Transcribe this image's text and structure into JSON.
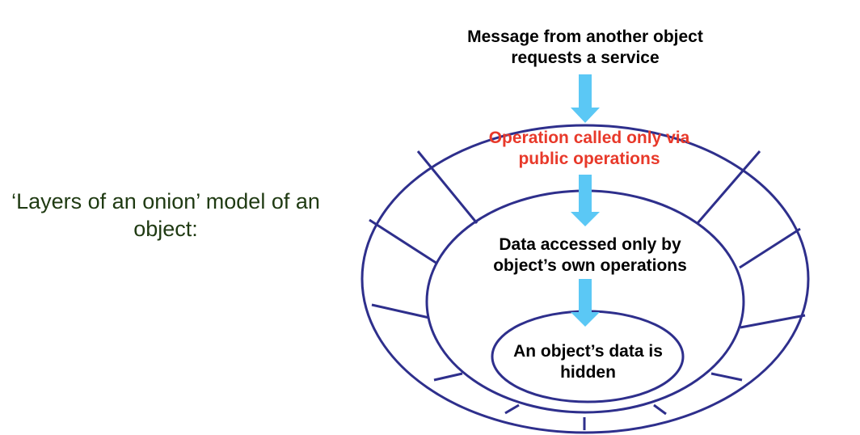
{
  "caption": "‘Layers of an onion’ model of an object:",
  "labels": {
    "message": "Message from another object requests a service",
    "operation": "Operation called only via public operations",
    "data_access": "Data accessed only by object’s own operations",
    "hidden": "An object’s data is hidden"
  },
  "colors": {
    "ring": "#2e2f8c",
    "arrow": "#5bc8f5",
    "operation_text": "#e8392a",
    "caption": "#1f3a12"
  }
}
